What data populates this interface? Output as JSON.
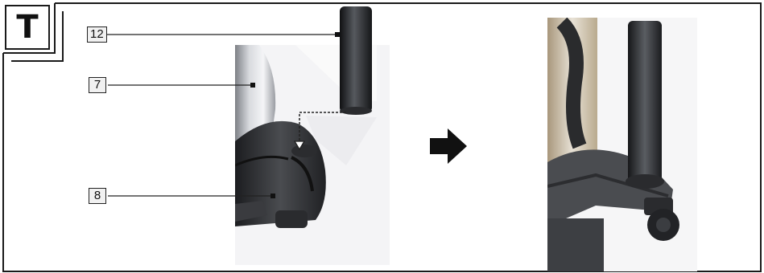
{
  "step": {
    "letter": "T"
  },
  "callouts": [
    {
      "label": "12",
      "target": "extension-tube"
    },
    {
      "label": "7",
      "target": "container"
    },
    {
      "label": "8",
      "target": "wheel-base-socket"
    }
  ],
  "icons": {
    "step_arrow": "right-arrow-icon",
    "insert_direction": "dashed-down-arrow-icon"
  },
  "colors": {
    "line": "#1a1a1a",
    "callout_fill": "#f1f1f1",
    "photo_bg": "#f4f4f6"
  }
}
